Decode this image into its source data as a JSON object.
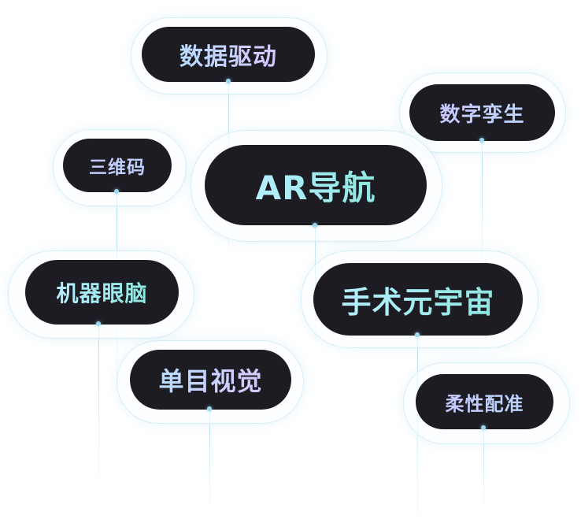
{
  "tags": [
    {
      "id": "data-driven",
      "label": "数据驱动"
    },
    {
      "id": "digital-twin",
      "label": "数字孪生"
    },
    {
      "id": "qr-code",
      "label": "三维码"
    },
    {
      "id": "ar-navigation",
      "label": "AR导航"
    },
    {
      "id": "machine-eye-brain",
      "label": "机器眼脑"
    },
    {
      "id": "surgical-metaverse",
      "label": "手术元宇宙"
    },
    {
      "id": "monocular-vision",
      "label": "单目视觉"
    },
    {
      "id": "flexible-registration",
      "label": "柔性配准"
    }
  ],
  "colors": {
    "pill_background": "#1c1c22",
    "text_cyan": "#9fe9ee",
    "text_lavender": "#c6c9ff",
    "connector": "#aadcf0"
  }
}
